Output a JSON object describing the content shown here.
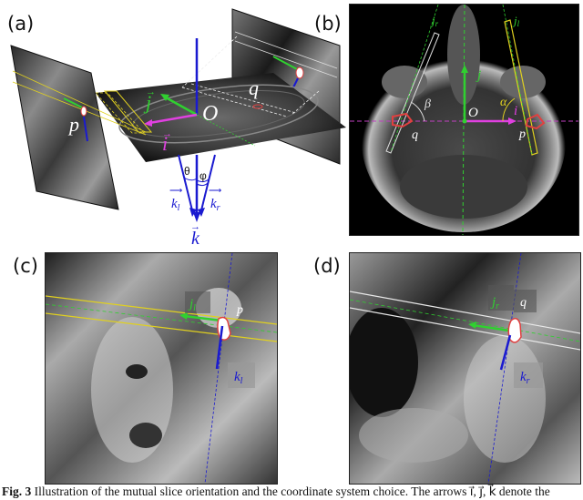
{
  "figure": {
    "panels": [
      {
        "id": "a",
        "label": "(a)"
      },
      {
        "id": "b",
        "label": "(b)"
      },
      {
        "id": "c",
        "label": "(c)"
      },
      {
        "id": "d",
        "label": "(d)"
      }
    ],
    "panel_a": {
      "origin": "O",
      "point_p": "p",
      "point_q": "q",
      "vec_i": "i",
      "vec_j": "j",
      "vec_k": "k",
      "vec_kl": "kl",
      "vec_kr": "kr",
      "angle_theta": "θ",
      "angle_phi": "φ"
    },
    "panel_b": {
      "origin": "O",
      "vec_i": "i",
      "vec_j": "j",
      "vec_jr": "jr",
      "vec_jl": "jl",
      "angle_alpha": "α",
      "angle_beta": "β",
      "point_p": "p",
      "point_q": "q"
    },
    "panel_c": {
      "vec_jl": "jl",
      "vec_kl": "kl",
      "point_p": "p"
    },
    "panel_d": {
      "vec_jr": "jr",
      "vec_kr": "kr",
      "point_q": "q"
    },
    "colors": {
      "i_vector": "#e040e0",
      "j_vector": "#30d030",
      "k_vector": "#1a1ad0",
      "left_slab": "#e0d020",
      "right_slab": "#e8e8e8",
      "contour": "#e04040"
    },
    "caption": {
      "prefix": "Fig. 3",
      "text": "Illustration of the mutual slice orientation and the coordinate system choice. The arrows i⃗, j⃗, k⃗ denote the"
    }
  }
}
